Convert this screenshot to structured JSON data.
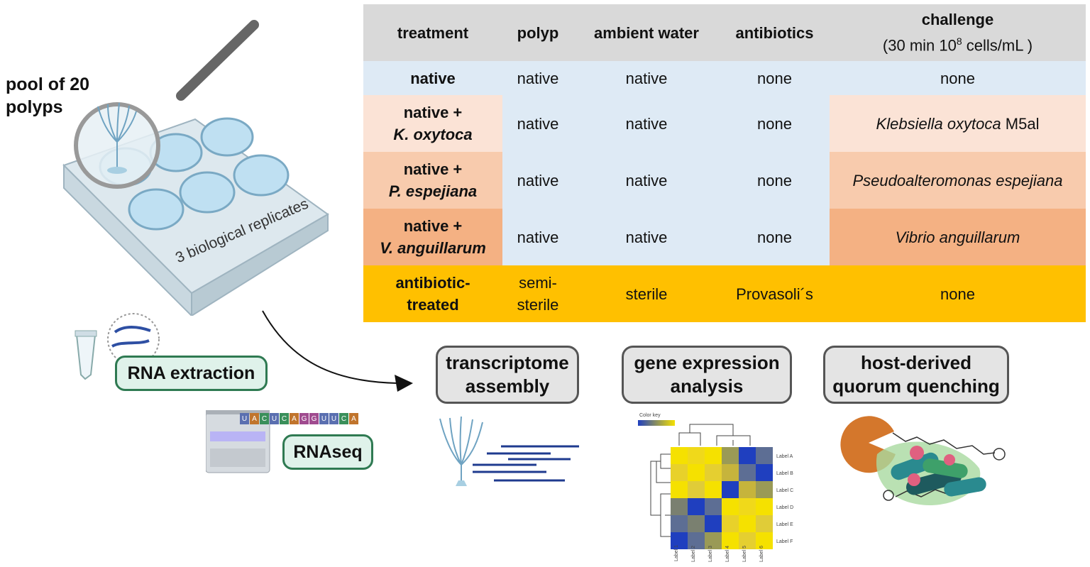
{
  "left": {
    "pool_label_line1": "pool of 20",
    "pool_label_line2": "polyps",
    "replicates_label": "3 biological replicates",
    "rna_extraction": "RNA extraction",
    "rnaseq": "RNAseq",
    "rna_letters": [
      "U",
      "A",
      "C",
      "U",
      "C",
      "A",
      "G",
      "G",
      "U",
      "U",
      "C",
      "A"
    ]
  },
  "table": {
    "headers": {
      "treatment": "treatment",
      "polyp": "polyp",
      "ambient_water": "ambient water",
      "antibiotics": "antibiotics",
      "challenge_line1": "challenge",
      "challenge_line2_pre": "(30 min 10",
      "challenge_line2_sup": "8",
      "challenge_line2_post": " cells/mL )"
    },
    "rows": [
      {
        "treatment_line1": "native",
        "treatment_line2": "",
        "polyp": "native",
        "water": "native",
        "antibiotics": "none",
        "challenge": "none",
        "challenge_suffix": ""
      },
      {
        "treatment_line1": "native +",
        "treatment_line2": "K. oxytoca",
        "polyp": "native",
        "water": "native",
        "antibiotics": "none",
        "challenge": "Klebsiella oxytoca",
        "challenge_suffix": " M5al"
      },
      {
        "treatment_line1": "native +",
        "treatment_line2": "P. espejiana",
        "polyp": "native",
        "water": "native",
        "antibiotics": "none",
        "challenge": "Pseudoalteromonas espejiana",
        "challenge_suffix": ""
      },
      {
        "treatment_line1": "native +",
        "treatment_line2": "V. anguillarum",
        "polyp": "native",
        "water": "native",
        "antibiotics": "none",
        "challenge": "Vibrio anguillarum",
        "challenge_suffix": ""
      },
      {
        "treatment_line1": "antibiotic-",
        "treatment_line2": "treated",
        "polyp_line1": "semi-",
        "polyp_line2": "sterile",
        "water": "sterile",
        "antibiotics": "Provasoli´s",
        "challenge": "none",
        "challenge_suffix": ""
      }
    ],
    "colors": {
      "header": "#d9d9d9",
      "native": "#deeaf5",
      "klebsiella": "#fbe3d6",
      "pseudoalteromonas": "#f8cbad",
      "vibrio": "#f4b183",
      "antibiotic": "#ffc000"
    }
  },
  "steps": {
    "transcriptome_line1": "transcriptome",
    "transcriptome_line2": "assembly",
    "gene_expression_line1": "gene expression",
    "gene_expression_line2": "analysis",
    "quorum_line1": "host-derived",
    "quorum_line2": "quorum quenching"
  },
  "heatmap": {
    "color_key_label": "Color key",
    "row_labels": [
      "Label A",
      "Label B",
      "Label C",
      "Label D",
      "Label E",
      "Label F"
    ],
    "col_labels": [
      "Label 1",
      "Label 2",
      "Label 3",
      "Label 4",
      "Label 5",
      "Label 6"
    ]
  }
}
